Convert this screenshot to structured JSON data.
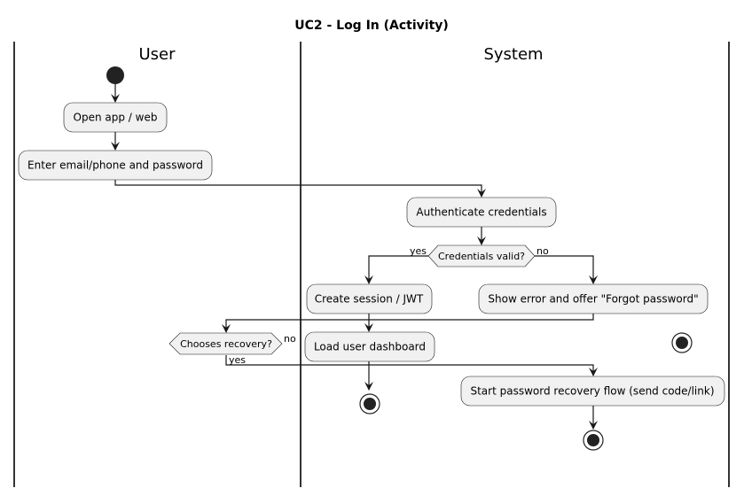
{
  "title": "UC2 - Log In (Activity)",
  "lanes": {
    "user": "User",
    "system": "System"
  },
  "activities": {
    "open_app": "Open app / web",
    "enter_credentials": "Enter email/phone and password",
    "authenticate": "Authenticate credentials",
    "create_session": "Create session / JWT",
    "show_error": "Show error and offer \"Forgot password\"",
    "load_dashboard": "Load user dashboard",
    "start_recovery": "Start password recovery flow (send code/link)"
  },
  "decisions": {
    "credentials_valid": "Credentials valid?",
    "chooses_recovery": "Chooses recovery?"
  },
  "edge_labels": {
    "valid_yes": "yes",
    "valid_no": "no",
    "recovery_no": "no",
    "recovery_yes": "yes"
  }
}
